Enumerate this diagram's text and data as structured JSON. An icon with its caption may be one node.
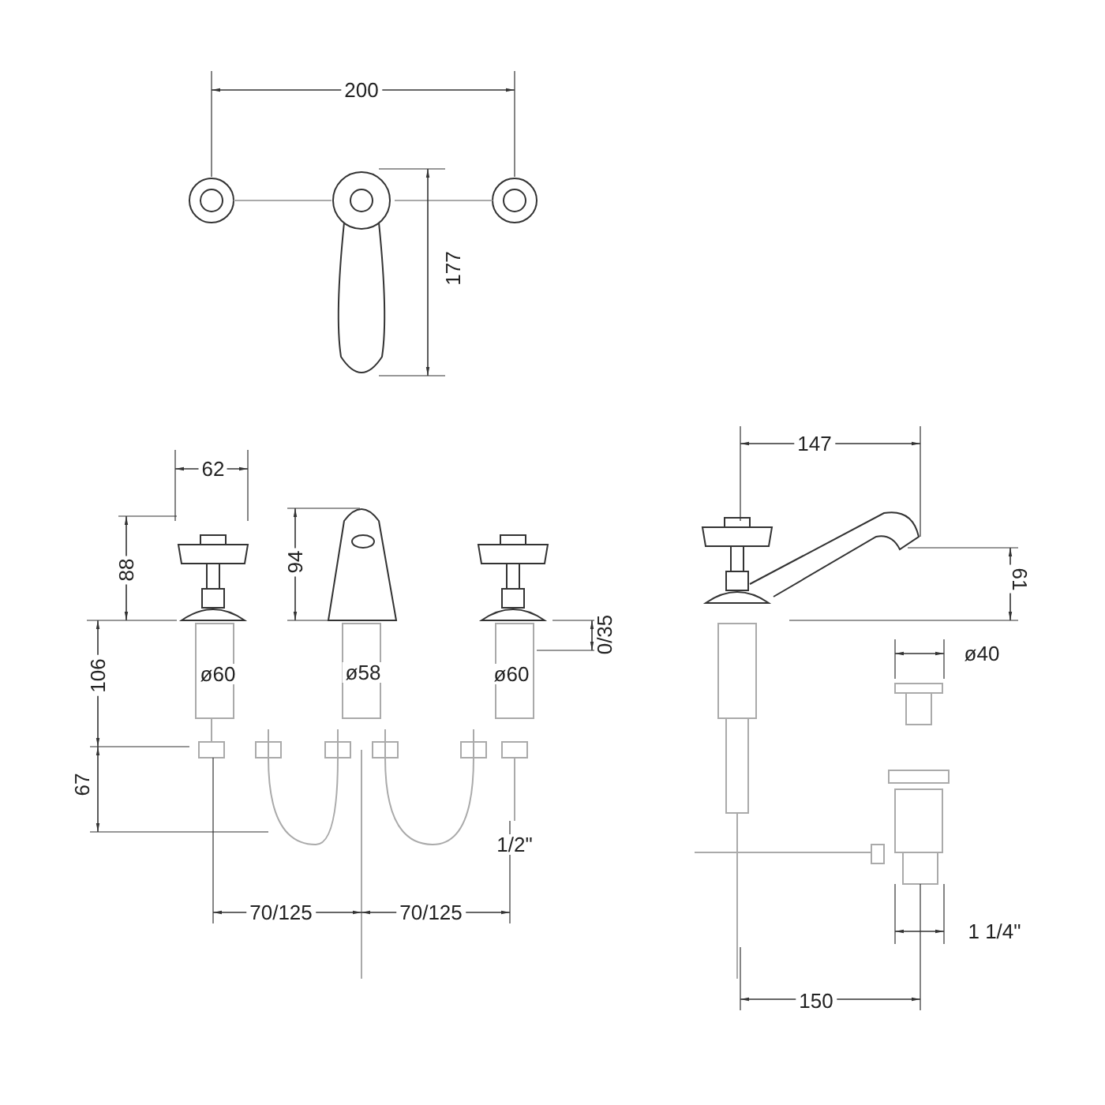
{
  "diagram": {
    "labels": [
      "200",
      "177",
      "62",
      "147",
      "88",
      "94",
      "61",
      "0/35",
      "106",
      "ø60",
      "ø58",
      "ø60",
      "ø40",
      "67",
      "1/2\"",
      "70/125",
      "70/125",
      "1 1/4\"",
      "150"
    ]
  }
}
